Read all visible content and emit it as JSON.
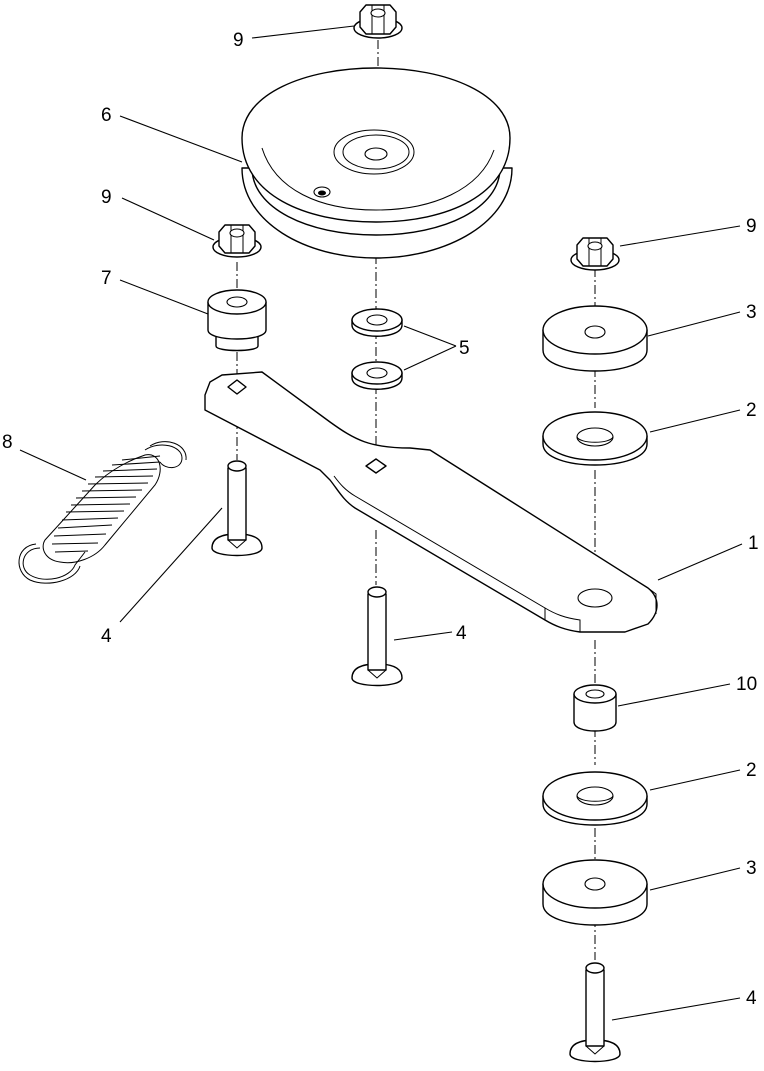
{
  "callouts": [
    {
      "id": "c-9a",
      "number": "9"
    },
    {
      "id": "c-6",
      "number": "6"
    },
    {
      "id": "c-9b",
      "number": "9"
    },
    {
      "id": "c-7",
      "number": "7"
    },
    {
      "id": "c-9c",
      "number": "9"
    },
    {
      "id": "c-3a",
      "number": "3"
    },
    {
      "id": "c-5",
      "number": "5"
    },
    {
      "id": "c-2a",
      "number": "2"
    },
    {
      "id": "c-8",
      "number": "8"
    },
    {
      "id": "c-1",
      "number": "1"
    },
    {
      "id": "c-4a",
      "number": "4"
    },
    {
      "id": "c-4b",
      "number": "4"
    },
    {
      "id": "c-10",
      "number": "10"
    },
    {
      "id": "c-2b",
      "number": "2"
    },
    {
      "id": "c-3b",
      "number": "3"
    },
    {
      "id": "c-4c",
      "number": "4"
    }
  ]
}
